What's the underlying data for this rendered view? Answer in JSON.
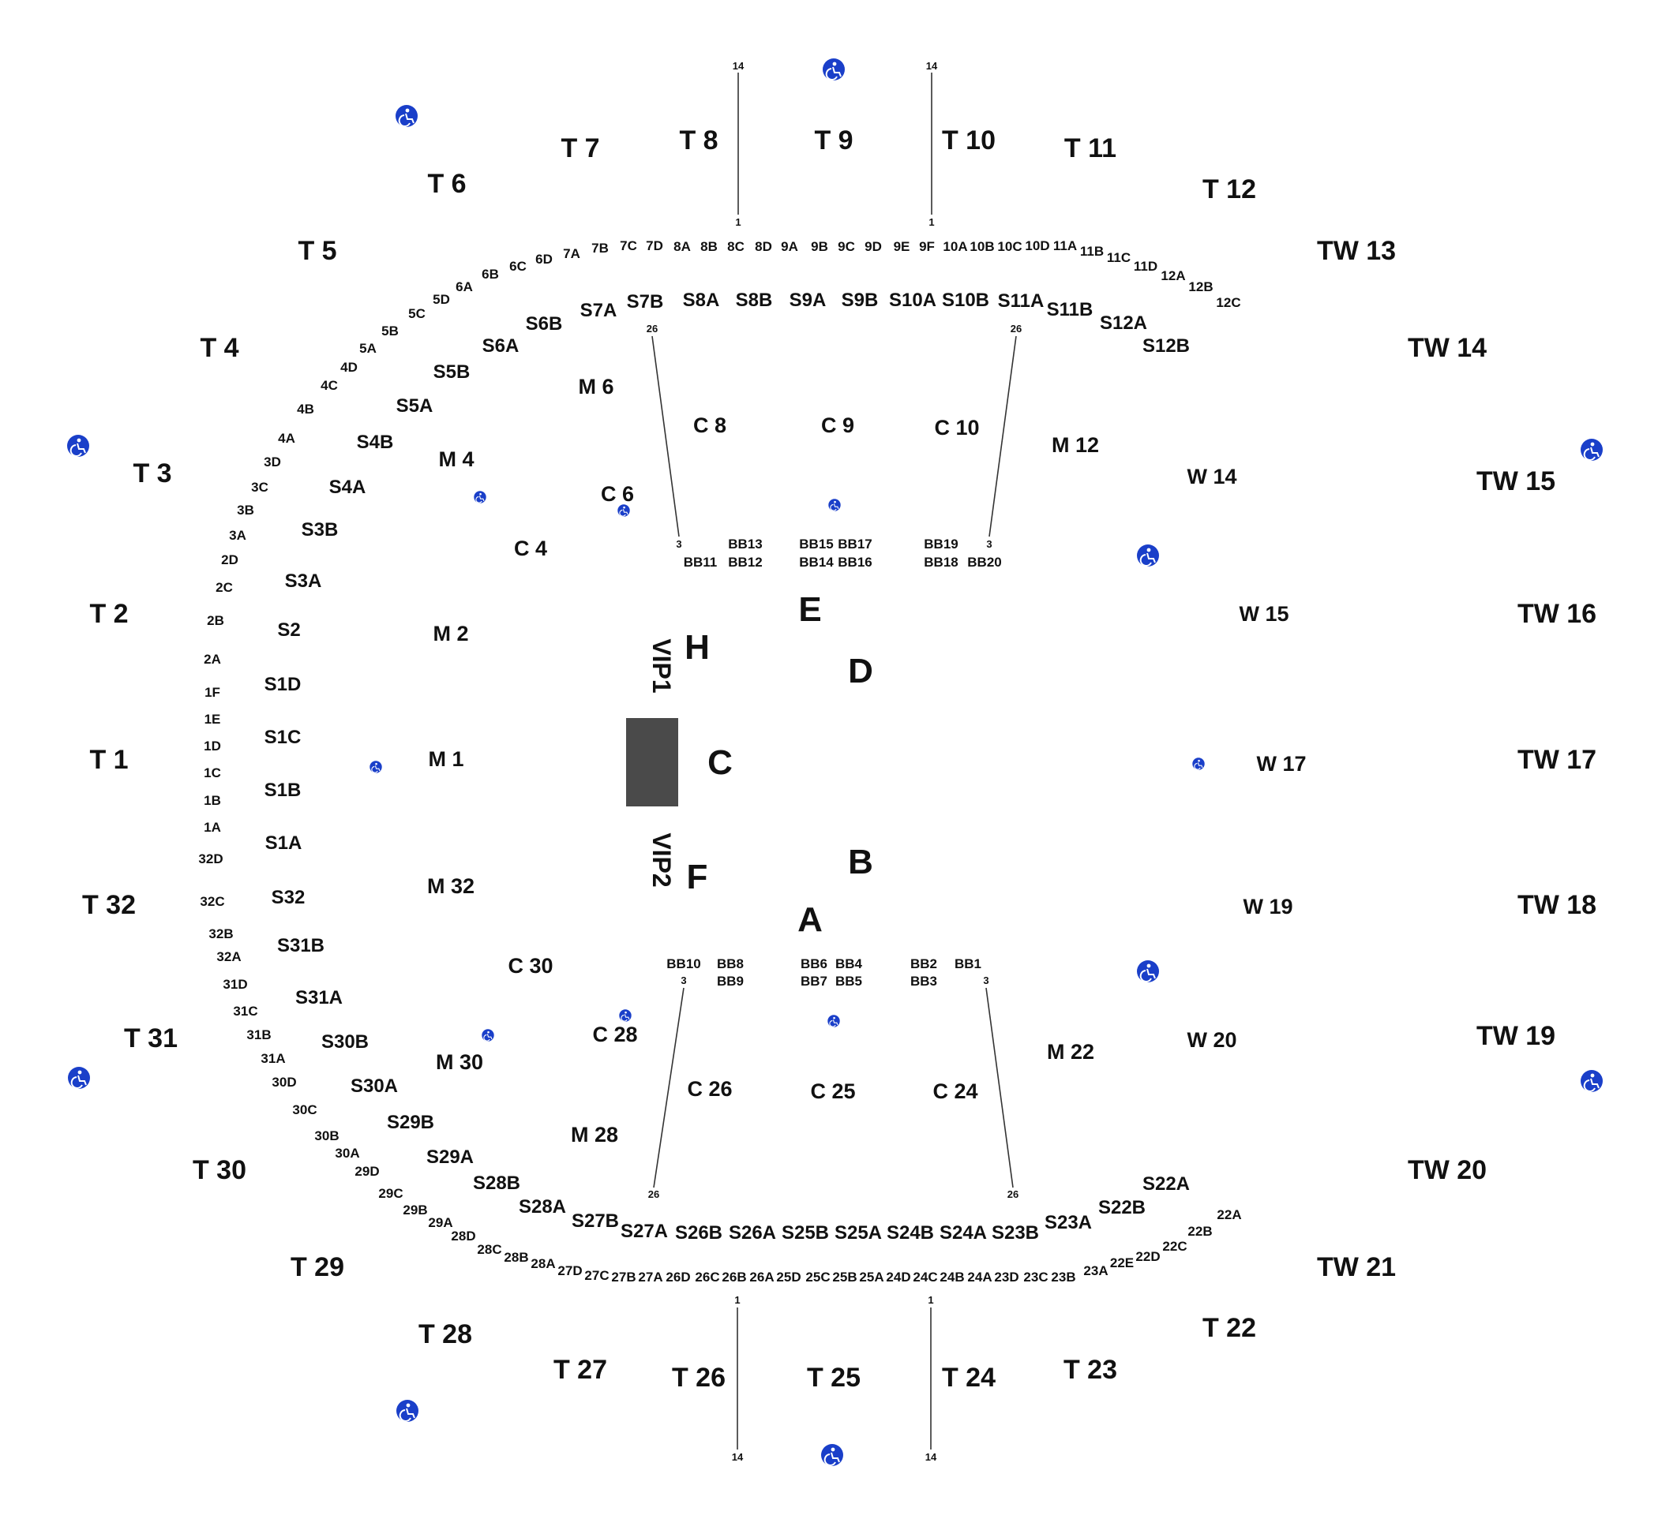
{
  "colors": {
    "accessible": "#1a3fc9",
    "stage": "#4a4a4a",
    "text": "#111111",
    "background": "#ffffff"
  },
  "icons": [
    "accessible-icon"
  ],
  "sections": {
    "tiers": [
      "T 1",
      "T 2",
      "T 3",
      "T 4",
      "T 5",
      "T 6",
      "T 7",
      "T 8",
      "T 9",
      "T 10",
      "T 11",
      "T 12",
      "TW 13",
      "TW 14",
      "TW 15",
      "TW 16",
      "TW 17",
      "TW 18",
      "TW 19",
      "TW 20",
      "TW 21",
      "T 22",
      "T 23",
      "T 24",
      "T 25",
      "T 26",
      "T 27",
      "T 28",
      "T 29",
      "T 30",
      "T 31",
      "T 32"
    ],
    "upper_small": [
      "7B",
      "7C",
      "7D",
      "8A",
      "8B",
      "8C",
      "8D",
      "9A",
      "9B",
      "9C",
      "9D",
      "9E",
      "9F",
      "10A",
      "10B",
      "10C",
      "10D",
      "11A",
      "11B",
      "11C",
      "11D",
      "12A",
      "12B",
      "12C",
      "7A",
      "6D",
      "6C",
      "6B",
      "6A",
      "5D",
      "5C",
      "5B",
      "5A",
      "4D",
      "4C",
      "4B",
      "4A",
      "3D",
      "3C",
      "3B",
      "3A",
      "2D",
      "2C",
      "2B",
      "2A",
      "1F",
      "1E",
      "1D",
      "1C",
      "1B",
      "1A",
      "32D",
      "32C",
      "32B",
      "32A",
      "31D",
      "31C",
      "31B",
      "31A",
      "30D",
      "30C",
      "30B",
      "30A",
      "29D",
      "29C",
      "29B",
      "29A",
      "28D",
      "28C",
      "28B",
      "28A",
      "27D",
      "27C",
      "27B",
      "27A",
      "26D",
      "26C",
      "26B",
      "26A",
      "25D",
      "25C",
      "25B",
      "25A",
      "24D",
      "24C",
      "24B",
      "24A",
      "23D",
      "23C",
      "23B",
      "23A",
      "22E",
      "22D",
      "22C",
      "22B",
      "22A"
    ],
    "s_sections": [
      "S7B",
      "S8A",
      "S8B",
      "S9A",
      "S9B",
      "S10A",
      "S10B",
      "S11A",
      "S11B",
      "S12A",
      "S12B",
      "S7A",
      "S6B",
      "S6A",
      "S5B",
      "S5A",
      "S4B",
      "S4A",
      "S3B",
      "S3A",
      "S2",
      "S1D",
      "S1C",
      "S1B",
      "S1A",
      "S32",
      "S31B",
      "S31A",
      "S30B",
      "S30A",
      "S29B",
      "S29A",
      "S28B",
      "S28A",
      "S27B",
      "S27A",
      "S26B",
      "S26A",
      "S25B",
      "S25A",
      "S24B",
      "S24A",
      "S23B",
      "S23A",
      "S22B",
      "S22A"
    ],
    "m_sections": [
      "M 6",
      "M 4",
      "M 2",
      "M 1",
      "M 32",
      "M 30",
      "M 28",
      "M 12",
      "M 22"
    ],
    "w_sections": [
      "W 14",
      "W 15",
      "W 17",
      "W 19",
      "W 20"
    ],
    "c_sections": [
      "C 8",
      "C 9",
      "C 10",
      "C 6",
      "C 4",
      "C 30",
      "C 28",
      "C 26",
      "C 25",
      "C 24"
    ],
    "boxes_top": [
      "BB13",
      "BB15",
      "BB17",
      "BB19",
      "BB11",
      "BB12",
      "BB14",
      "BB16",
      "BB18",
      "BB20"
    ],
    "boxes_bottom": [
      "BB10",
      "BB8",
      "BB6",
      "BB4",
      "BB2",
      "BB1",
      "BB9",
      "BB7",
      "BB5",
      "BB3"
    ],
    "floor_zones": [
      "E",
      "H",
      "D",
      "C",
      "B",
      "F",
      "A"
    ],
    "vip": [
      "VIP1",
      "VIP2"
    ],
    "row_numbers": [
      "14",
      "1",
      "26",
      "3"
    ]
  }
}
